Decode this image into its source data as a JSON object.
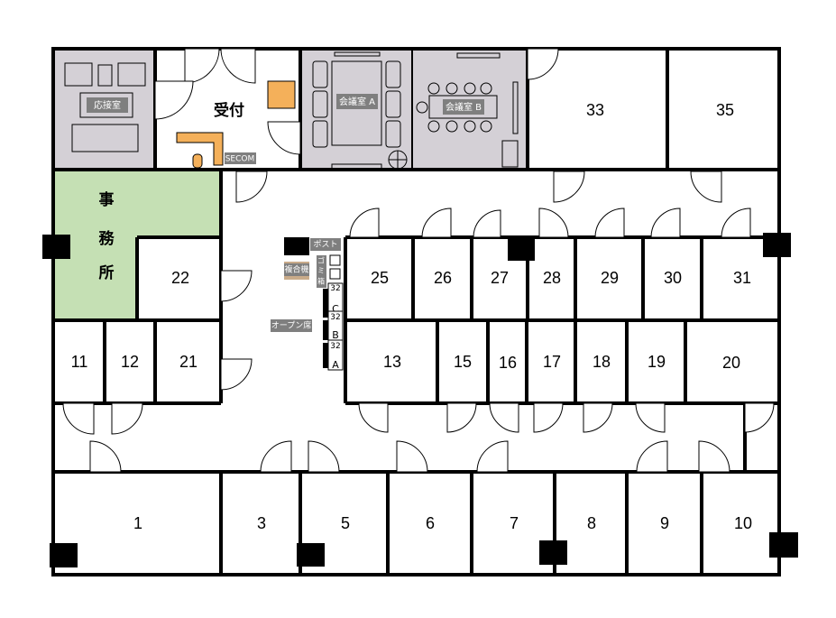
{
  "special_rooms": {
    "reception_room": "応接室",
    "reception": "受付",
    "meeting_a": "会議室 A",
    "meeting_b": "会議室 B",
    "office": [
      "事",
      "務",
      "所"
    ],
    "secom": "SECOM",
    "post": "ポスト",
    "copier": "複合機",
    "trash": [
      "ゴ",
      "ミ",
      "箱"
    ],
    "open_seat": "オープン席",
    "locker_c": [
      "32",
      "C"
    ],
    "locker_b": [
      "32",
      "B"
    ],
    "locker_a": [
      "32",
      "A"
    ]
  },
  "rooms": {
    "r33": "33",
    "r35": "35",
    "r22": "22",
    "r25": "25",
    "r26": "26",
    "r27": "27",
    "r28": "28",
    "r29": "29",
    "r30": "30",
    "r31": "31",
    "r11": "11",
    "r12": "12",
    "r21": "21",
    "r13": "13",
    "r15": "15",
    "r16": "16",
    "r17": "17",
    "r18": "18",
    "r19": "19",
    "r20": "20",
    "r1": "1",
    "r3": "3",
    "r5": "5",
    "r6": "6",
    "r7": "7",
    "r8": "8",
    "r9": "9",
    "r10": "10"
  },
  "colors": {
    "meeting": "#d4d0d6",
    "office": "#c5e0b4",
    "furniture": "#f4b05a",
    "wall": "#000000",
    "tag": "#7f7f7f",
    "copier": "#c9ab8a"
  }
}
